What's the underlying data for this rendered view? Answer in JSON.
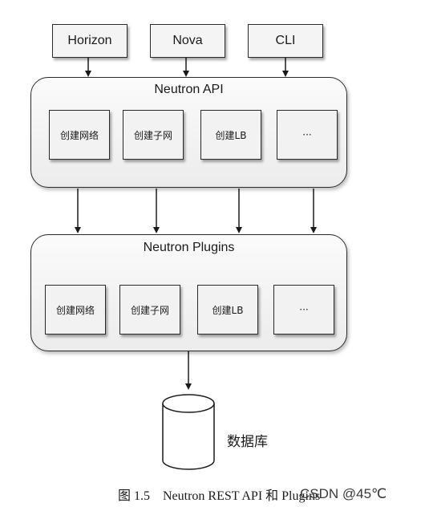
{
  "clients": [
    {
      "label": "Horizon"
    },
    {
      "label": "Nova"
    },
    {
      "label": "CLI"
    }
  ],
  "api_panel": {
    "title": "Neutron API",
    "items": [
      {
        "label": "创建网络"
      },
      {
        "label": "创建子网"
      },
      {
        "label": "创建LB"
      },
      {
        "label": "···"
      }
    ]
  },
  "plugins_panel": {
    "title": "Neutron Plugins",
    "items": [
      {
        "label": "创建网络"
      },
      {
        "label": "创建子网"
      },
      {
        "label": "创建LB"
      },
      {
        "label": "···"
      }
    ]
  },
  "database": {
    "label": "数据库"
  },
  "caption": {
    "text": "图 1.5    Neutron REST API 和 Plugins"
  },
  "watermark": {
    "text": "CSDN @45℃"
  }
}
